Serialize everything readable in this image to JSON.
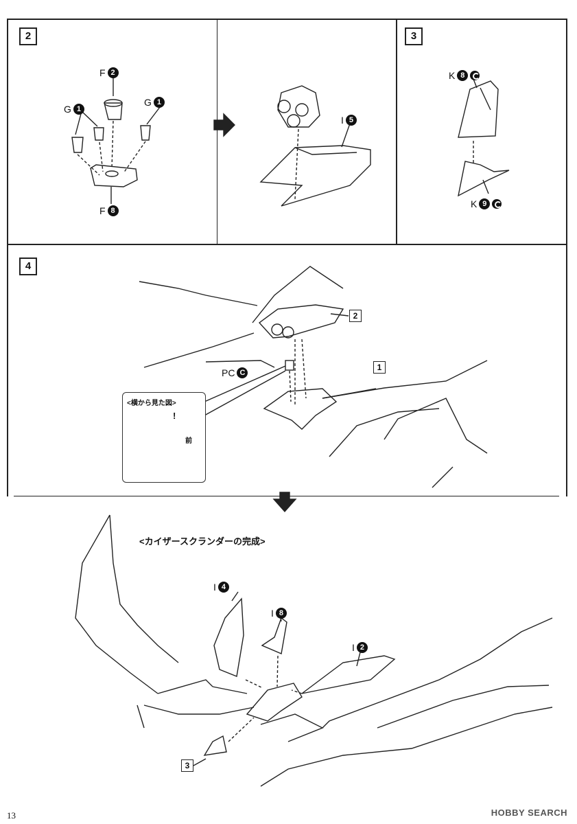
{
  "steps": {
    "s2": "2",
    "s3": "3",
    "s4": "4"
  },
  "parts": {
    "f2": {
      "letter": "F",
      "num": "2"
    },
    "g1a": {
      "letter": "G",
      "num": "1"
    },
    "g1b": {
      "letter": "G",
      "num": "1"
    },
    "f8": {
      "letter": "F",
      "num": "8"
    },
    "i5": {
      "letter": "I",
      "num": "5"
    },
    "k8": {
      "letter": "K",
      "num": "8"
    },
    "k9": {
      "letter": "K",
      "num": "9"
    },
    "pcc": {
      "letter": "PC",
      "num": "C"
    },
    "i4": {
      "letter": "I",
      "num": "4"
    },
    "i8": {
      "letter": "I",
      "num": "8"
    },
    "i2": {
      "letter": "I",
      "num": "2"
    }
  },
  "refs": {
    "ref2": "2",
    "ref1": "1",
    "ref3": "3"
  },
  "side_view": {
    "title": "<横から見た図>",
    "front_label": "前",
    "warning": "!"
  },
  "completion_title": "<カイザースクランダーの完成>",
  "page_number": "13",
  "watermark": "HOBBY SEARCH"
}
